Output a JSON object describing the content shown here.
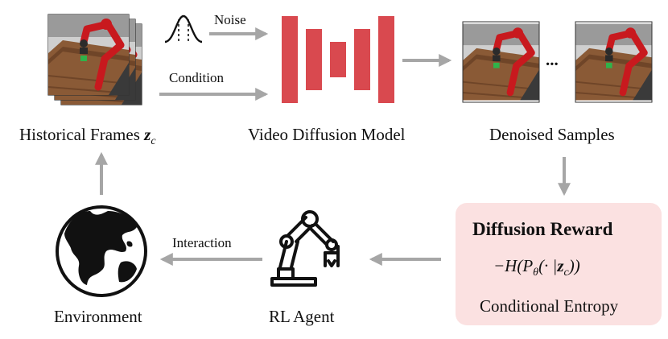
{
  "labels": {
    "noise": "Noise",
    "condition": "Condition",
    "historical_frames": "Historical Frames",
    "historical_frames_var": "z",
    "historical_frames_sub": "c",
    "video_diffusion_model": "Video Diffusion Model",
    "denoised_samples": "Denoised Samples",
    "ellipsis": "...",
    "diffusion_reward_title": "Diffusion Reward",
    "entropy_formula_prefix": "−H(P",
    "entropy_formula_theta": "θ",
    "entropy_formula_mid": "(· |",
    "entropy_formula_var": "z",
    "entropy_formula_sub": "c",
    "entropy_formula_suffix": "))",
    "conditional_entropy": "Conditional Entropy",
    "interaction": "Interaction",
    "environment": "Environment",
    "rl_agent": "RL Agent"
  },
  "colors": {
    "arrow": "#a6a6a6",
    "diffusion_block": "#d9494f",
    "reward_box": "#fbe1e1",
    "robot_red": "#c8191e",
    "table_wood": "#8a5a36",
    "scene_bg": "#d8d8d8"
  },
  "icons": {
    "noise": "gaussian-noise-icon",
    "environment": "globe-icon",
    "agent": "robot-arm-icon"
  }
}
